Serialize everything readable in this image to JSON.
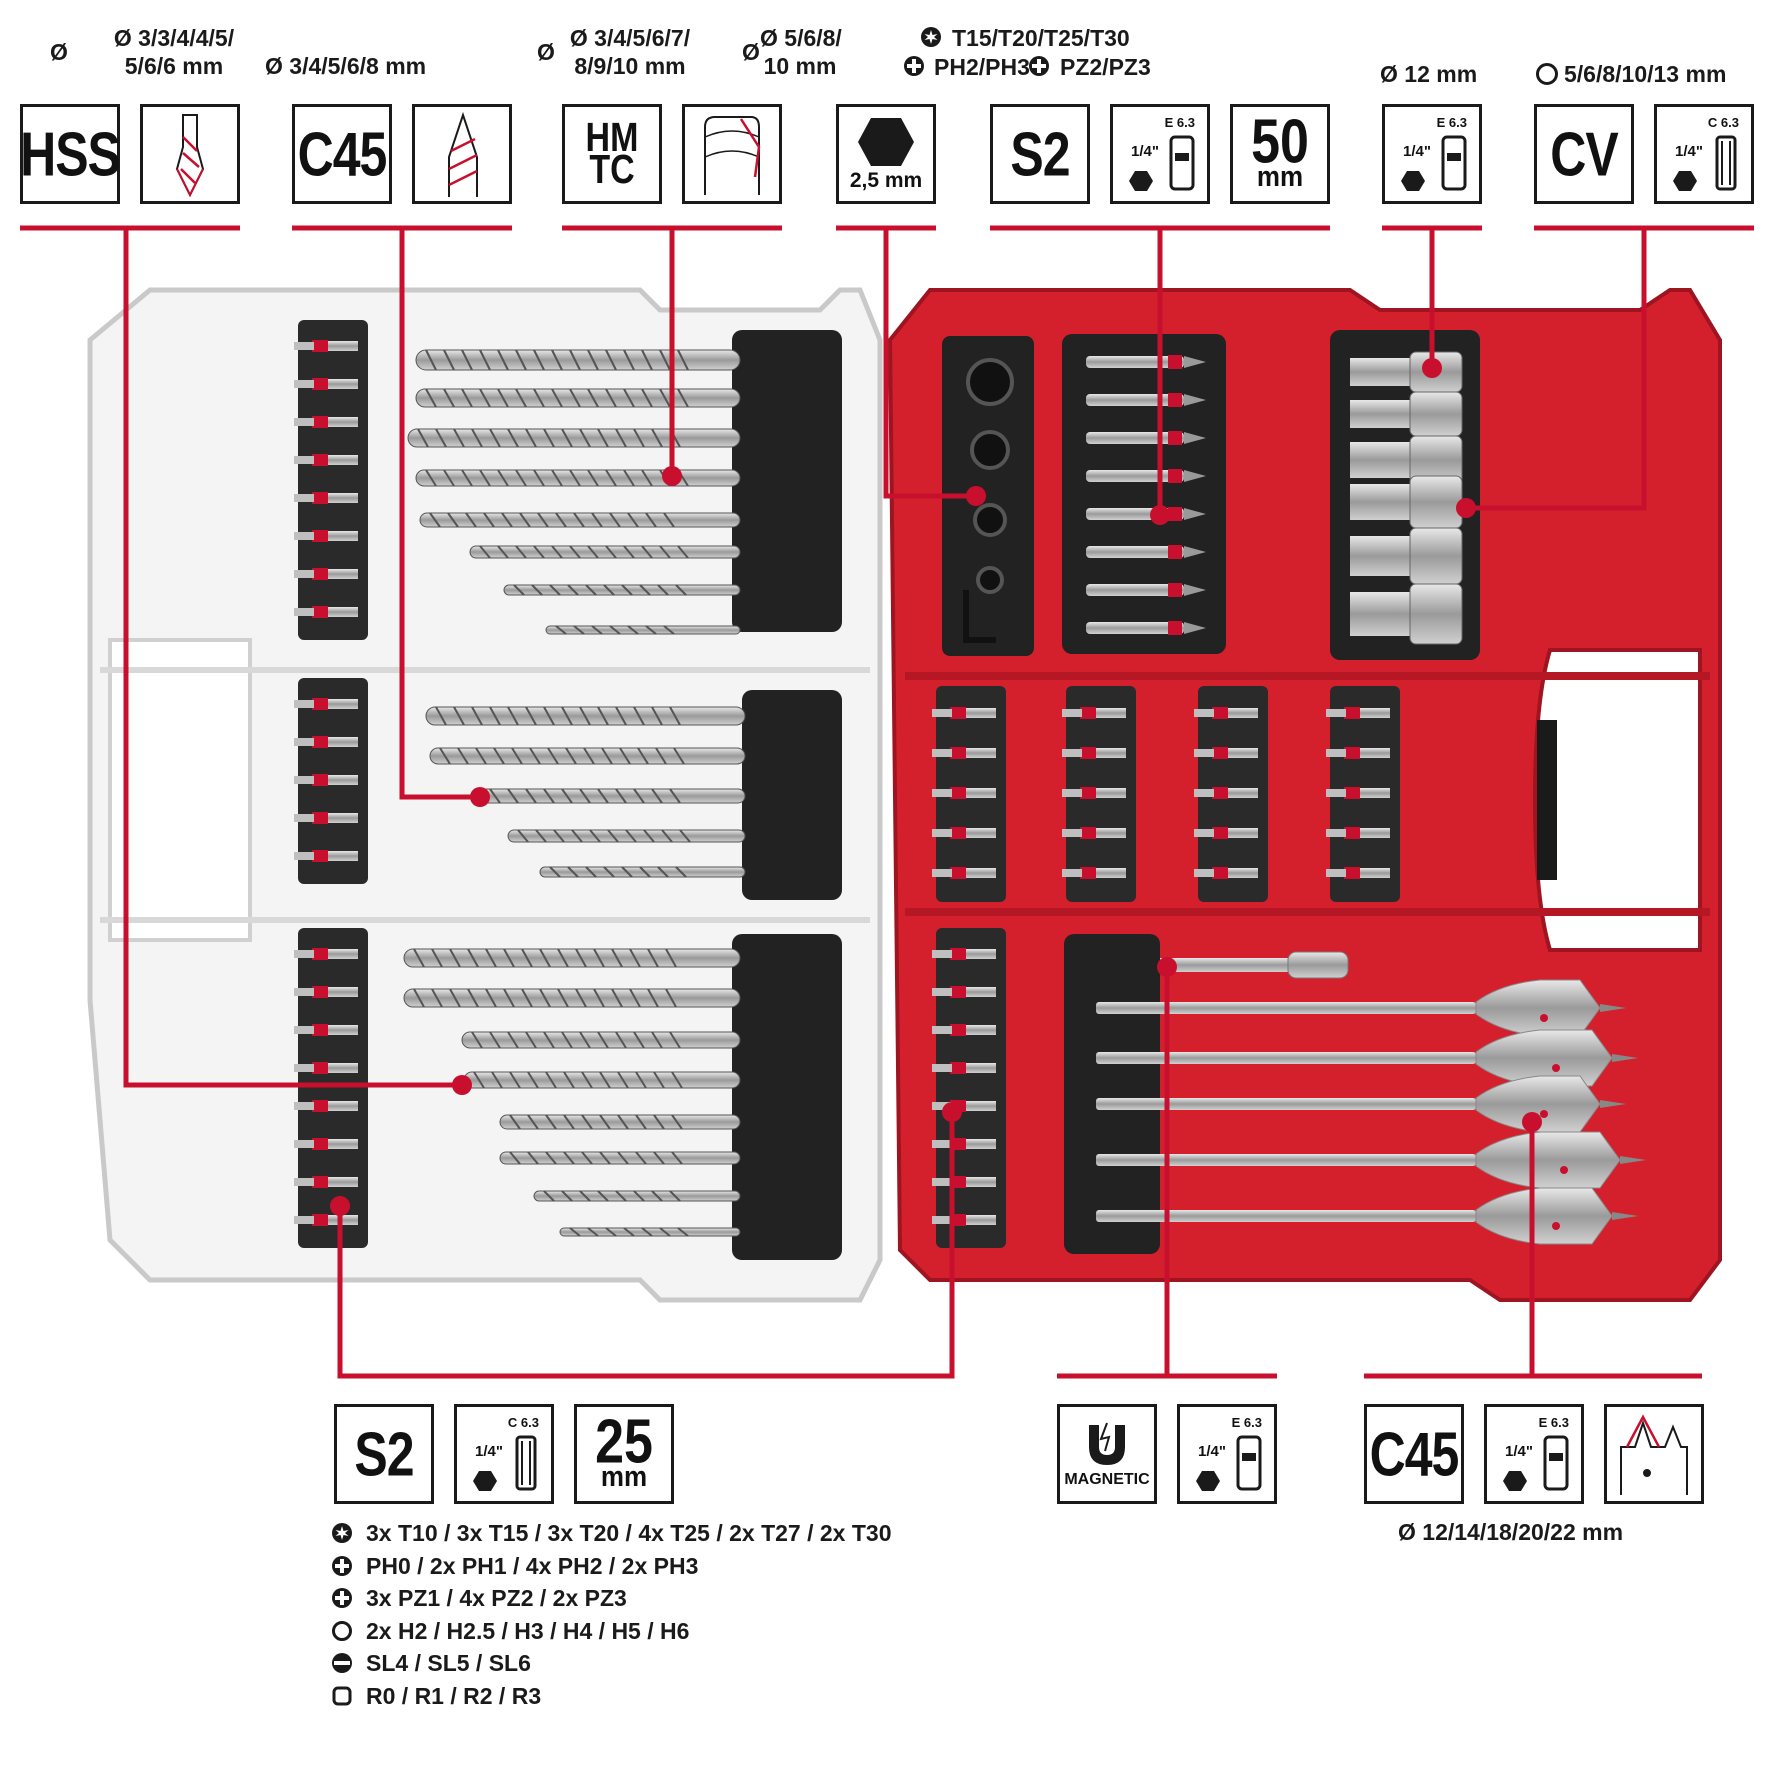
{
  "colors": {
    "accent": "#c8102e",
    "case_red": "#d4202c",
    "dark": "#1a1a1a"
  },
  "top_specs": [
    {
      "id": "hss",
      "text": "Ø 3/3/4/4/5/\n5/6/6 mm",
      "badge": "HSS",
      "icon": "twist-drill-icon"
    },
    {
      "id": "c45_wood",
      "text": "Ø 3/4/5/6/8  mm",
      "badge": "C45",
      "icon": "wood-drill-icon"
    },
    {
      "id": "hmtc",
      "text": "Ø 3/4/5/6/7/\n8/9/10 mm",
      "badge_line1": "HM",
      "badge_line2": "TC",
      "icon": "masonry-drill-icon"
    },
    {
      "id": "hex",
      "text": "Ø 5/6/8/\n10 mm",
      "badge": "2,5 mm",
      "icon": "hex-key-icon"
    },
    {
      "id": "s2_50",
      "text_line1": "T15/T20/T25/T30",
      "text_line2": "PH2/PH3",
      "text_line3": "PZ2/PZ3",
      "badge": "S2",
      "shank": "E 6.3",
      "shank_size": "1/4\"",
      "length": "50",
      "length_unit": "mm"
    },
    {
      "id": "countersink",
      "text": "Ø 12 mm",
      "shank": "E 6.3",
      "shank_size": "1/4\""
    },
    {
      "id": "cv",
      "text": "5/6/8/10/13 mm",
      "badge": "CV",
      "shank": "C 6.3",
      "shank_size": "1/4\""
    }
  ],
  "bottom_specs": {
    "s2_25": {
      "badge": "S2",
      "shank": "C 6.3",
      "shank_size": "1/4\"",
      "length": "25",
      "length_unit": "mm"
    },
    "magnetic": {
      "label": "MAGNETIC",
      "shank": "E 6.3",
      "shank_size": "1/4\""
    },
    "spade": {
      "badge": "C45",
      "shank": "E 6.3",
      "shank_size": "1/4\"",
      "text": "Ø 12/14/18/20/22 mm",
      "icon": "spade-bit-icon"
    }
  },
  "bit_list": [
    {
      "icon": "torx-icon",
      "text": "3x T10 / 3x T15 / 3x T20 / 4x T25 / 2x T27 / 2x T30"
    },
    {
      "icon": "phillips-icon",
      "text": "PH0 / 2x PH1 / 4x PH2 / 2x PH3"
    },
    {
      "icon": "pozidriv-icon",
      "text": "3x PZ1 / 4x PZ2 / 2x PZ3"
    },
    {
      "icon": "hex-socket-icon",
      "text": "2x H2 / H2.5 / H3 / H4 / H5 / H6"
    },
    {
      "icon": "slotted-icon",
      "text": "SL4 / SL5 / SL6"
    },
    {
      "icon": "square-icon",
      "text": "R0 / R1 / R2 / R3"
    }
  ]
}
